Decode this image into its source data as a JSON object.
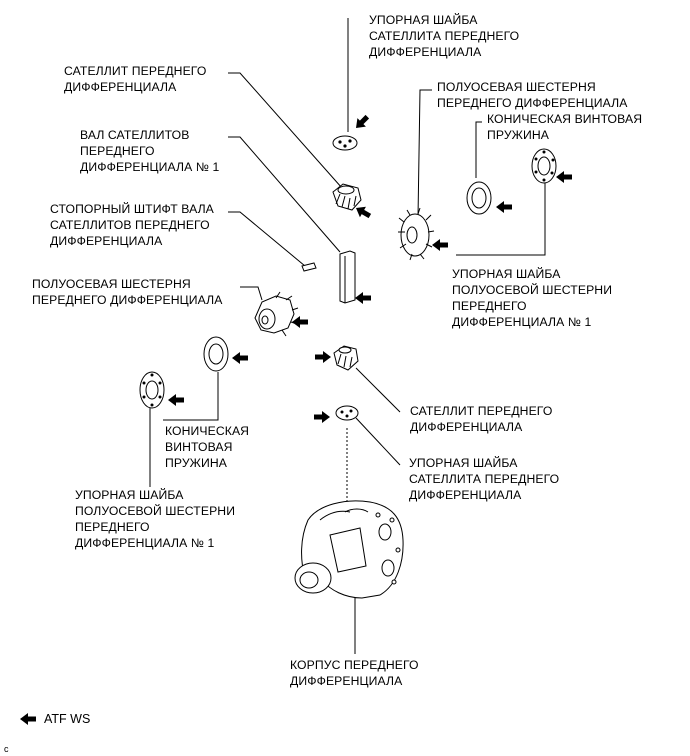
{
  "labels": {
    "thrust_washer_pinion_top": "УПОРНАЯ ШАЙБА\nСАТЕЛЛИТА ПЕРЕДНЕГО\nДИФФЕРЕНЦИАЛА",
    "pinion_top": "САТЕЛЛИТ ПЕРЕДНЕГО\nДИФФЕРЕНЦИАЛА",
    "side_gear_right": "ПОЛУОСЕВАЯ ШЕСТЕРНЯ\nПЕРЕДНЕГО ДИФФЕРЕНЦИАЛА",
    "spring_right": "КОНИЧЕСКАЯ ВИНТОВАЯ\nПРУЖИНА",
    "pinion_shaft": "ВАЛ САТЕЛЛИТОВ\nПЕРЕДНЕГО\nДИФФЕРЕНЦИАЛА № 1",
    "lock_pin": "СТОПОРНЫЙ ШТИФТ ВАЛА\nСАТЕЛЛИТОВ ПЕРЕДНЕГО\nДИФФЕРЕНЦИАЛА",
    "side_gear_left": "ПОЛУОСЕВАЯ ШЕСТЕРНЯ\nПЕРЕДНЕГО ДИФФЕРЕНЦИАЛА",
    "thrust_washer_side_right": "УПОРНАЯ ШАЙБА\nПОЛУОСЕВОЙ ШЕСТЕРНИ\nПЕРЕДНЕГО\nДИФФЕРЕНЦИАЛА № 1",
    "pinion_bottom": "САТЕЛЛИТ ПЕРЕДНЕГО\nДИФФЕРЕНЦИАЛА",
    "spring_left": "КОНИЧЕСКАЯ\nВИНТОВАЯ\nПРУЖИНА",
    "thrust_washer_pinion_bottom": "УПОРНАЯ ШАЙБА\nСАТЕЛЛИТА ПЕРЕДНЕГО\nДИФФЕРЕНЦИАЛА",
    "thrust_washer_side_left": "УПОРНАЯ ШАЙБА\nПОЛУОСЕВОЙ ШЕСТЕРНИ\nПЕРЕДНЕГО\nДИФФЕРЕНЦИАЛА № 1",
    "case": "КОРПУС ПЕРЕДНЕГО\nДИФФЕРЕНЦИАЛА"
  },
  "legend": {
    "arrow_icon": "lube-arrow-icon",
    "text": "ATF WS"
  },
  "corner_mark": "c",
  "colors": {
    "line": "#000000",
    "fill": "#ffffff",
    "shade": "#cfcfcf"
  }
}
